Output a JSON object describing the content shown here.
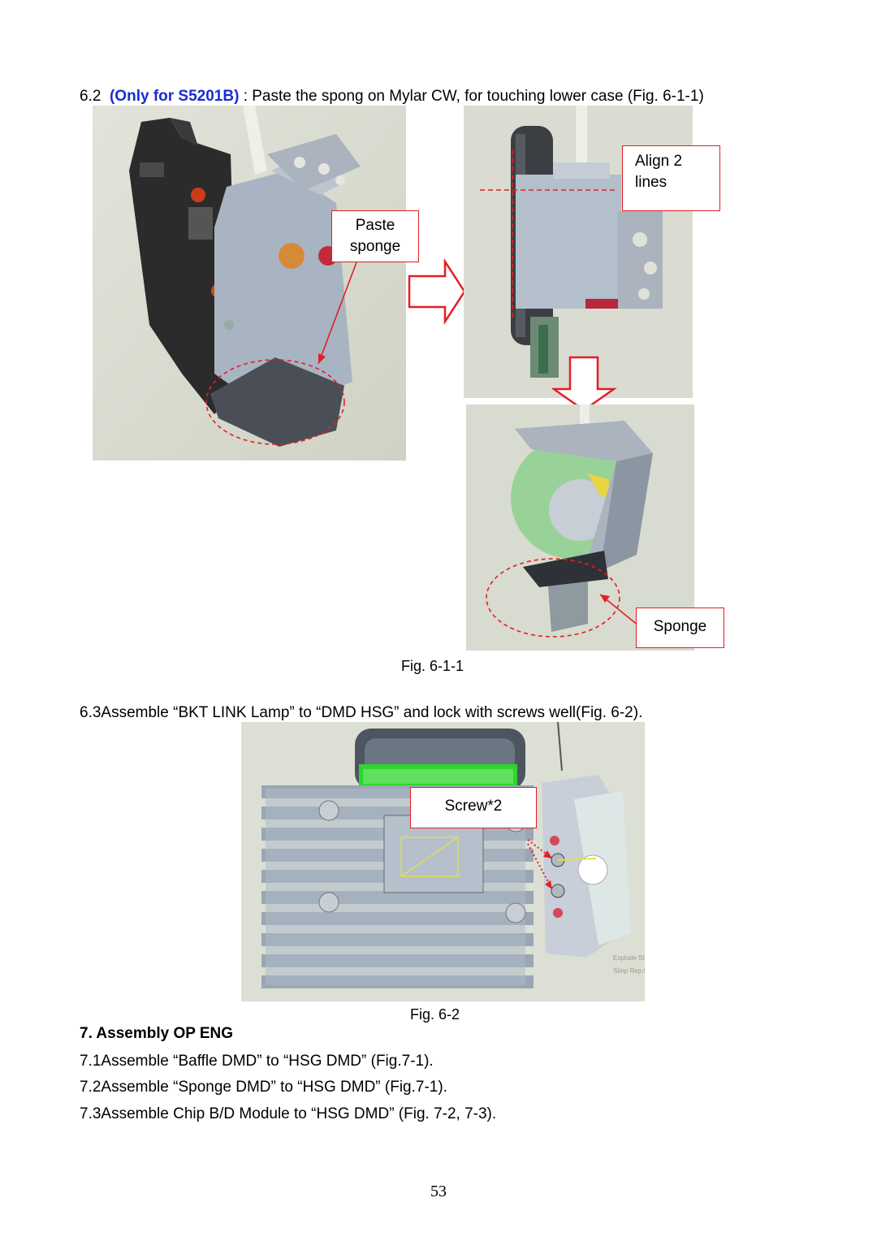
{
  "section_6_2": {
    "number": "6.2",
    "highlight": "(Only for S5201B)",
    "text": " : Paste the spong on Mylar CW, for touching lower case (Fig. 6-1-1)"
  },
  "fig_6_1_1": {
    "callout_paste": [
      "Paste",
      "sponge"
    ],
    "callout_align": [
      "Align 2",
      "lines"
    ],
    "callout_sponge": "Sponge",
    "caption": "Fig. 6-1-1"
  },
  "section_6_3": {
    "number": "6.3",
    "text": "Assemble “BKT LINK Lamp” to “DMD HSG” and lock with screws well(Fig. 6-2)."
  },
  "fig_6_2": {
    "callout_screw": "Screw*2",
    "watermark_1": "Explode St",
    "watermark_2": "Simp Rep:C",
    "caption": "Fig. 6-2"
  },
  "section_7": {
    "title": "7.  Assembly OP ENG",
    "items": [
      {
        "number": "7.1",
        "text": "Assemble “Baffle DMD” to “HSG DMD” (Fig.7-1)."
      },
      {
        "number": "7.2",
        "text": "Assemble “Sponge DMD” to “HSG DMD” (Fig.7-1)."
      },
      {
        "number": "7.3",
        "text": "Assemble Chip B/D Module to “HSG DMD” (Fig. 7-2, 7-3)."
      }
    ]
  },
  "page_number": "53",
  "colors": {
    "highlight": "#1a2cd4",
    "callout_red": "#e31e24",
    "render_bg": "#d9dcd0",
    "part_gray": "#9aa6b4",
    "housing_dark": "#2a2a2a",
    "green_select": "#2fd52f"
  }
}
